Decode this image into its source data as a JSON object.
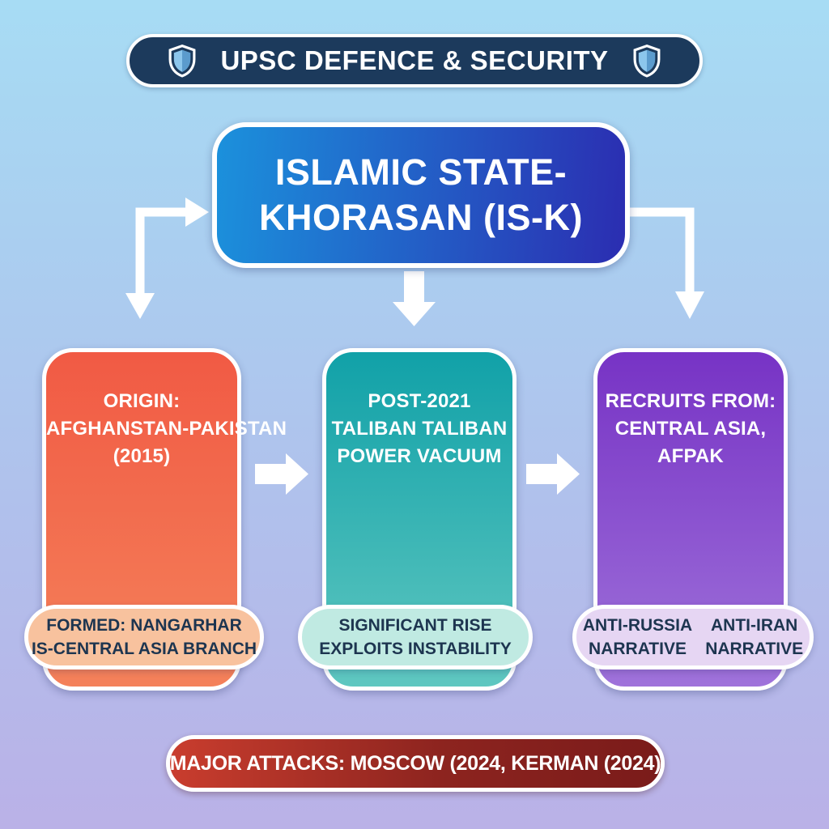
{
  "header": {
    "title": "UPSC DEFENCE & SECURITY",
    "left_icon": "shield-icon",
    "right_icon": "shield-icon"
  },
  "main_box": {
    "line1": "ISLAMIC STATE-",
    "line2": "KHORASAN (IS-K)"
  },
  "cards": [
    {
      "name": "origin",
      "lines": [
        "ORIGIN:",
        "AFGHANSTAN-PAKISTAN",
        "(2015)"
      ],
      "pill": [
        "FORMED: NANGARHAR",
        "IS-CENTRAL ASIA BRANCH"
      ]
    },
    {
      "name": "power-vacuum",
      "lines": [
        "POST-2021",
        "TALIBAN TALIBAN",
        "POWER VACUUM"
      ],
      "pill": [
        "SIGNIFICANT RISE",
        "EXPLOITS INSTABILITY"
      ]
    },
    {
      "name": "recruits",
      "lines": [
        "RECRUITS FROM:",
        "CENTRAL ASIA,",
        "AFPAK"
      ],
      "pills": [
        [
          "ANTI-RUSSIA",
          "NARRATIVE"
        ],
        [
          "ANTI-IRAN",
          "NARRATIVE"
        ]
      ]
    }
  ],
  "footer": {
    "text": "MAJOR ATTACKS: MOSCOW (2024, KERMAN (2024)"
  },
  "icons": {
    "shield": "shield-icon",
    "arrows": [
      "elbow-arrow-left",
      "down-block-arrow-center",
      "elbow-arrow-right",
      "right-block-arrow-1",
      "right-block-arrow-2"
    ]
  },
  "colors": {
    "background_top": "#a7dcf4",
    "background_bottom": "#bab1e7",
    "header_bg": "#1c3a5c",
    "main_box_gradient": [
      "#1b91dc",
      "#2b2db1"
    ],
    "origin_card_gradient": [
      "#f15a44",
      "#f4815a"
    ],
    "origin_pill_bg": "#f8c29e",
    "vacuum_card_gradient": [
      "#11a1a8",
      "#5fc7c0"
    ],
    "vacuum_pill_bg": "#c0eae2",
    "recruits_card_gradient": [
      "#7733c5",
      "#9f72da"
    ],
    "recruits_pill_bg": "#e6d6f3",
    "footer_gradient": [
      "#c93d2e",
      "#7a1b1a"
    ],
    "pill_text": "#1d3550",
    "arrow_color": "#ffffff",
    "shield_inner_light": "#8cc6ec",
    "shield_inner_dark": "#5b9bcd"
  }
}
